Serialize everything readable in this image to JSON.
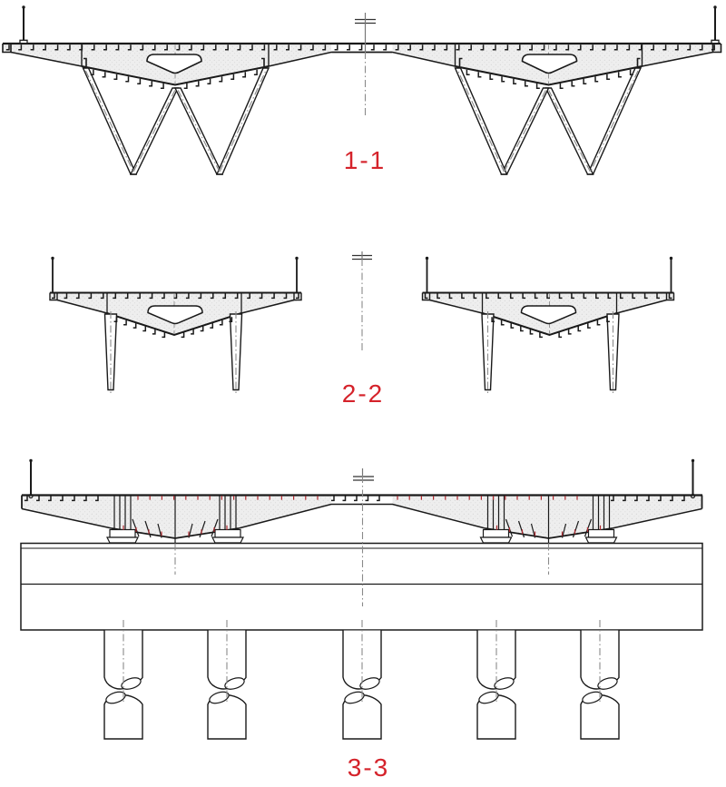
{
  "drawing": {
    "background": "#ffffff",
    "sections": [
      {
        "id": "section-1-1",
        "label": "1-1"
      },
      {
        "id": "section-2-2",
        "label": "2-2"
      },
      {
        "id": "section-3-3",
        "label": "3-3"
      }
    ],
    "colors": {
      "label_red": "#d5232b",
      "line_ink": "#1a1a1a",
      "hatch_fill": "#eeeeee",
      "centerline_gray": "#8a8a8a",
      "rebar_tick_red": "#b02a30",
      "background": "#ffffff"
    }
  }
}
